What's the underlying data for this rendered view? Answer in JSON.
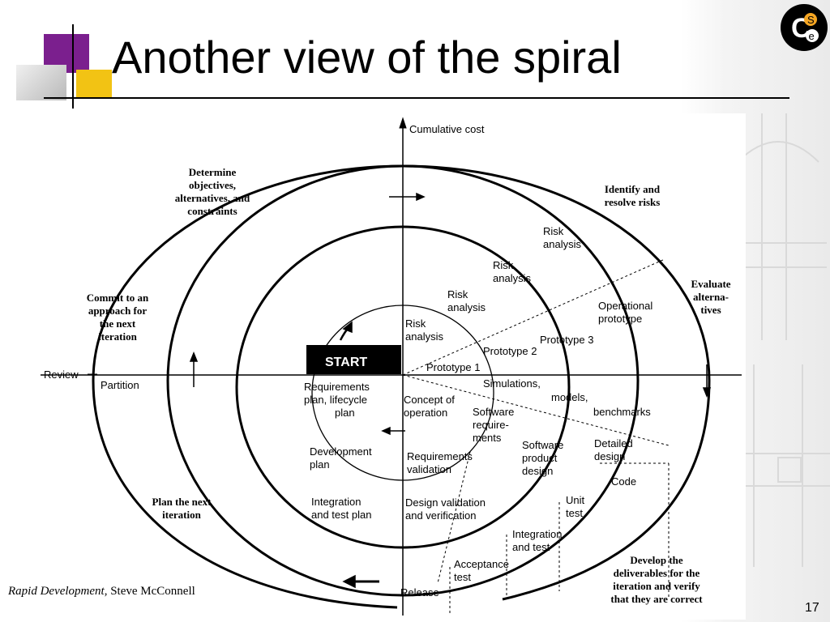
{
  "slide": {
    "title": "Another view of the spiral",
    "number": "17",
    "logo_text": "C S E",
    "caption_title": "Rapid Development",
    "caption_author": ", Steve McConnell"
  },
  "diagram": {
    "axis_label": "Cumulative cost",
    "quadrants": {
      "top_left": [
        "Determine",
        "objectives,",
        "alternatives, and",
        "constraints"
      ],
      "top_right": [
        "Identify and",
        "resolve risks"
      ],
      "right": [
        "Evaluate",
        "alterna-",
        "tives"
      ],
      "left": [
        "Commit to an",
        "approach for",
        "the next",
        "iteration"
      ],
      "bottom_left": [
        "Plan the next",
        "iteration"
      ],
      "bottom_right": [
        "Develop the",
        "deliverables for the",
        "iteration and verify",
        "that they are correct"
      ]
    },
    "labels": {
      "review": "Review",
      "partition": "Partition",
      "start": "START",
      "risk_1": [
        "Risk",
        "analysis"
      ],
      "risk_2": [
        "Risk",
        "analysis"
      ],
      "risk_3": [
        "Risk",
        "analysis"
      ],
      "risk_4": [
        "Risk",
        "analysis"
      ],
      "prototype_1": "Prototype 1",
      "prototype_2": "Prototype 2",
      "prototype_3": "Prototype 3",
      "operational_prototype": [
        "Operational",
        "prototype"
      ],
      "requirements_plan": [
        "Requirements",
        "plan, lifecycle",
        "plan"
      ],
      "concept": [
        "Concept of",
        "operation"
      ],
      "sim_models": [
        "Simulations,",
        "models,"
      ],
      "benchmarks": "benchmarks",
      "software_requirements": [
        "Software",
        "require-",
        "ments"
      ],
      "development_plan": [
        "Development",
        "plan"
      ],
      "requirements_validation": [
        "Requirements",
        "validation"
      ],
      "software_product_design": [
        "Software",
        "product",
        "design"
      ],
      "detailed_design": [
        "Detailed",
        "design"
      ],
      "code": "Code",
      "integration_test_plan": [
        "Integration",
        "and test plan"
      ],
      "design_validation": [
        "Design validation",
        "and verification"
      ],
      "unit_test": [
        "Unit",
        "test"
      ],
      "integration_and_test": [
        "Integration",
        "and test"
      ],
      "acceptance_test": [
        "Acceptance",
        "test"
      ],
      "release": "Release"
    }
  }
}
